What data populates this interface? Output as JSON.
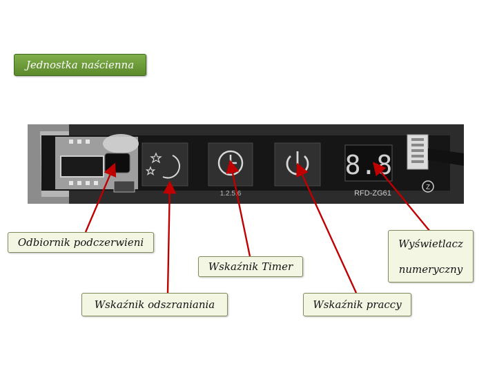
{
  "title": "Jednostka naścienna",
  "board_marking": "RFD-ZG61",
  "timer_marking": "1.2.5.6",
  "display_digits": "8.8",
  "labels": {
    "ir_receiver": "Odbiornik podczerwieni",
    "timer": "Wskaźnik Timer",
    "defrost": "Wskaźnik odszraniania",
    "display_line1": "Wyświetlacz",
    "display_line2": "numeryczny",
    "power": "Wskaźnik praccy"
  },
  "icons": [
    "moon-stars-icon",
    "clock-icon",
    "power-icon",
    "seven-segment-display"
  ],
  "colors": {
    "title_bg": "#6a9a38",
    "arrow": "#c00000",
    "label_bg": "#f4f6e4"
  }
}
